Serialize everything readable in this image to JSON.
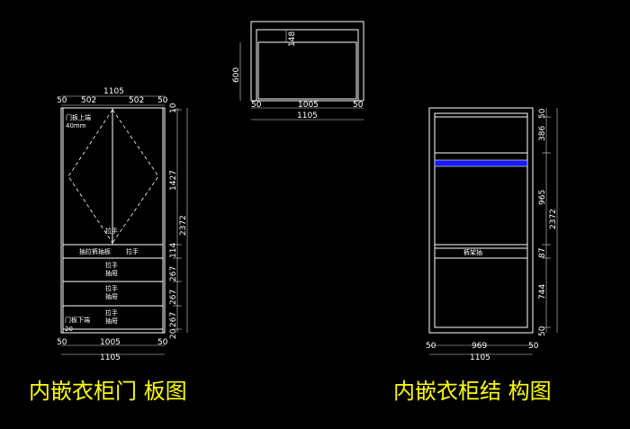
{
  "colors": {
    "background": "#000000",
    "lines": "#ffffff",
    "caption": "#ffff00",
    "highlight_rail": "#1a1aff"
  },
  "door_view": {
    "caption": "内嵌衣柜门  板图",
    "dim_top_total": "1105",
    "dim_top_parts": [
      "50",
      "502",
      "502",
      "50"
    ],
    "dim_bottom_parts": [
      "50",
      "1005",
      "50"
    ],
    "dim_bottom_total": "1105",
    "dim_right_parts": [
      "10",
      "1427",
      "114",
      "267",
      "267",
      "267",
      "20"
    ],
    "dim_right_total": "2372",
    "notes": {
      "upper_door": "门板上端",
      "upper_door_size": "40mm",
      "handle": "拉手",
      "drawer_label": "抽拉裤抽板",
      "drawer_handle": "拉手",
      "drawer_2_handle": "拉手",
      "drawer_2": "抽屉",
      "drawer_3_handle": "拉手",
      "drawer_3": "抽屉",
      "drawer_4_handle": "拉手",
      "drawer_4": "抽屉",
      "lower_door": "门板下端",
      "lower_gap": "20"
    }
  },
  "plan_view": {
    "dim_left": "600",
    "dim_inner": "148",
    "dim_bottom_parts": [
      "50",
      "1005",
      "50"
    ],
    "dim_bottom_total": "1105"
  },
  "structure_view": {
    "caption": "内嵌衣柜结  构图",
    "dim_right_parts": [
      "50",
      "386",
      "965",
      "87",
      "744",
      "50"
    ],
    "dim_right_total": "2372",
    "dim_bottom_parts": [
      "50",
      "969",
      "50"
    ],
    "dim_bottom_total": "1105",
    "mid_note": "裤架抽"
  }
}
